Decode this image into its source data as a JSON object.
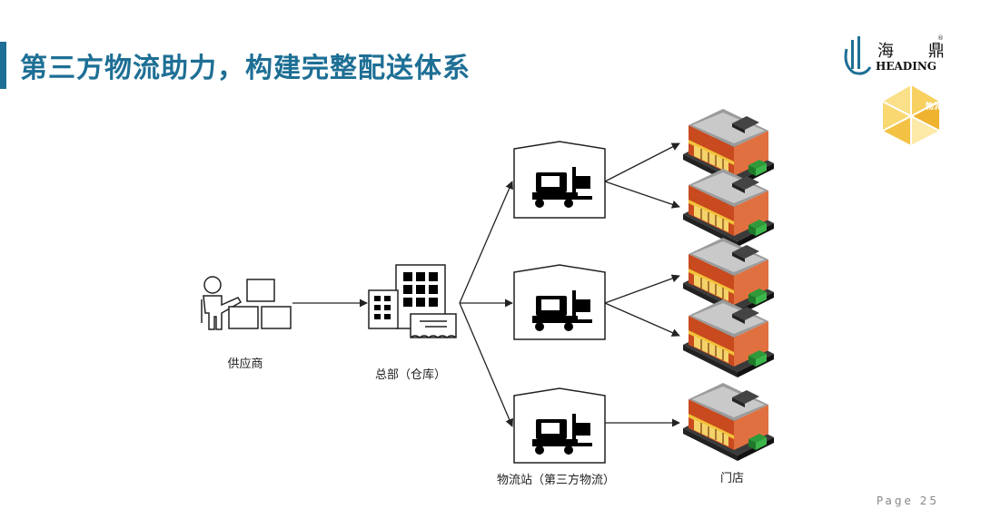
{
  "header": {
    "title": "第三方物流助力，构建完整配送体系"
  },
  "logo": {
    "cn": "海 鼎",
    "en": "HEADING",
    "reg": "®",
    "hex_label": "物流",
    "accent_color": "#f0b330"
  },
  "diagram": {
    "supplier_label": "供应商",
    "hq_label": "总部（仓库）",
    "station_label": "物流站（第三方物流）",
    "store_label": "门店",
    "line_color": "#222222"
  },
  "footer": {
    "page": "Page 25"
  }
}
